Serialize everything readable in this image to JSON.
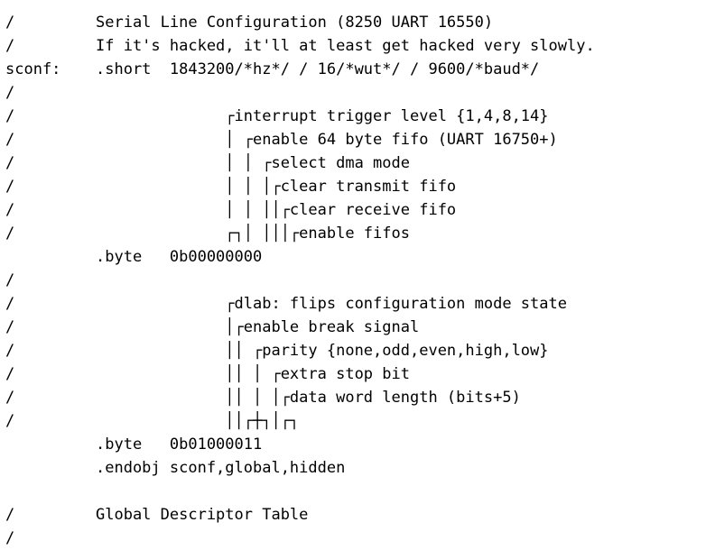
{
  "code_lines": [
    [
      "/",
      "Serial Line Configuration (8250 UART 16550)"
    ],
    [
      "/",
      "If it's hacked, it'll at least get hacked very slowly."
    ],
    [
      "sconf:",
      ".short  1843200/*hz*/ / 16/*wut*/ / 9600/*baud*/"
    ],
    [
      "/",
      ""
    ],
    [
      "/",
      "              ┌interrupt trigger level {1,4,8,14}"
    ],
    [
      "/",
      "              │ ┌enable 64 byte fifo (UART 16750+)"
    ],
    [
      "/",
      "              │ │ ┌select dma mode"
    ],
    [
      "/",
      "              │ │ │┌clear transmit fifo"
    ],
    [
      "/",
      "              │ │ ││┌clear receive fifo"
    ],
    [
      "/",
      "              ┌┐│ │││┌enable fifos"
    ],
    [
      "",
      ".byte   0b00000000"
    ],
    [
      "/",
      ""
    ],
    [
      "/",
      "              ┌dlab: flips configuration mode state"
    ],
    [
      "/",
      "              │┌enable break signal"
    ],
    [
      "/",
      "              ││ ┌parity {none,odd,even,high,low}"
    ],
    [
      "/",
      "              ││ │ ┌extra stop bit"
    ],
    [
      "/",
      "              ││ │ │┌data word length (bits+5)"
    ],
    [
      "/",
      "              ││┌┼┐│┌┐"
    ],
    [
      "",
      ".byte   0b01000011"
    ],
    [
      "",
      ".endobj sconf,global,hidden"
    ],
    [
      "",
      ""
    ],
    [
      "/",
      "Global Descriptor Table"
    ],
    [
      "/",
      ""
    ]
  ]
}
